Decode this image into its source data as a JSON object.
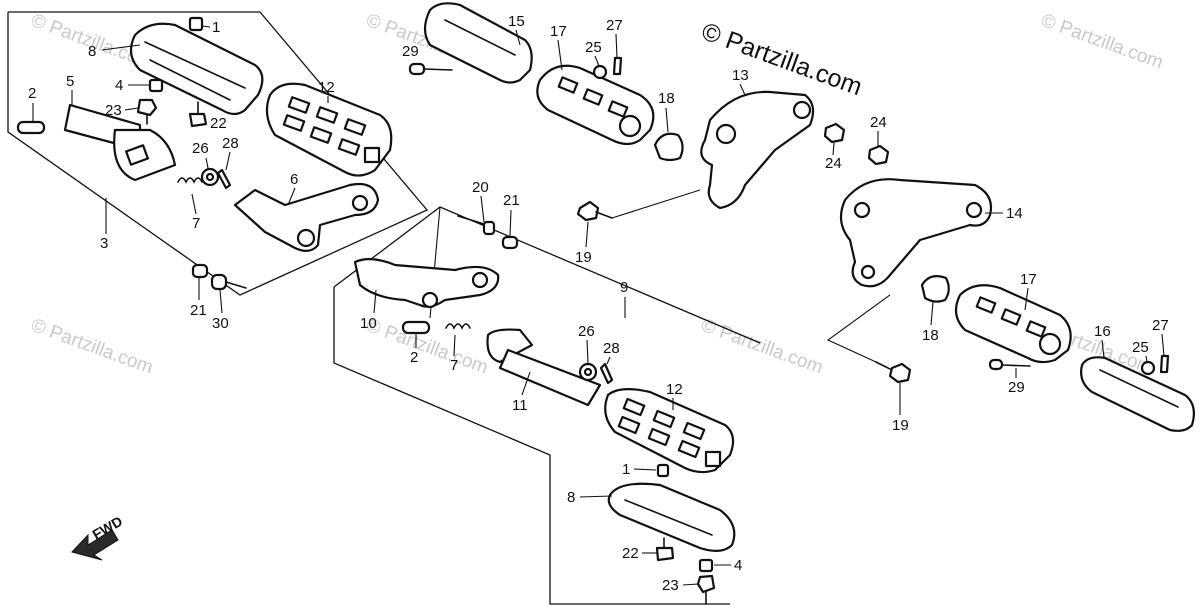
{
  "watermarks": {
    "main": "© Partzilla.com",
    "faded": "© Partzilla.com"
  },
  "direction_label": "FWD",
  "callouts": {
    "c1a": "1",
    "c8a": "8",
    "c2a": "2",
    "c5": "5",
    "c4a": "4",
    "c23a": "23",
    "c22a": "22",
    "c12a": "12",
    "c26a": "26",
    "c28a": "28",
    "c7a": "7",
    "c6": "6",
    "c3": "3",
    "c21a": "21",
    "c30": "30",
    "c15": "15",
    "c29a": "29",
    "c17a": "17",
    "c25a": "25",
    "c27a": "27",
    "c18a": "18",
    "c13": "13",
    "c24a": "24",
    "c24b": "24",
    "c19a": "19",
    "c20": "20",
    "c21b": "21",
    "c9": "9",
    "c10": "10",
    "c2b": "2",
    "c7b": "7",
    "c11": "11",
    "c26b": "26",
    "c28b": "28",
    "c12b": "12",
    "c1b": "1",
    "c8b": "8",
    "c22b": "22",
    "c4b": "4",
    "c23b": "23",
    "c14": "14",
    "c18b": "18",
    "c17b": "17",
    "c16": "16",
    "c27b": "27",
    "c25b": "25",
    "c29b": "29",
    "c19b": "19"
  }
}
